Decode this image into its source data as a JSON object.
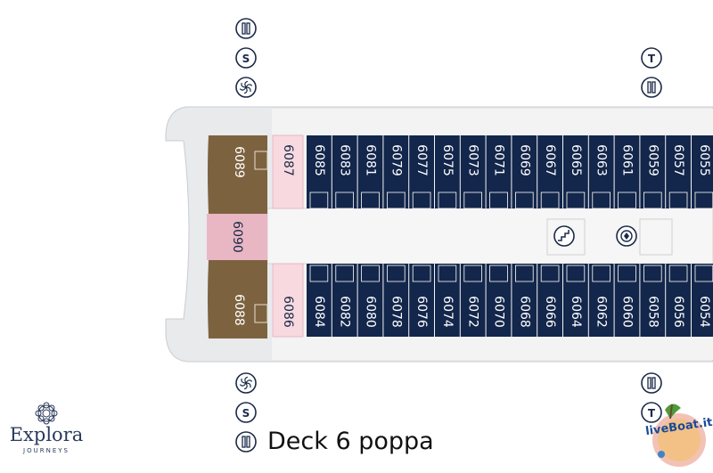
{
  "deck_title": "Deck 6 poppa",
  "brand": {
    "name": "Explora",
    "subtitle": "JOURNEYS"
  },
  "watermark": {
    "text": "liveBoat.it"
  },
  "colors": {
    "cabin": "#13264b",
    "accessible": "#f7d9df",
    "suite_center": "#e9b6c4",
    "premium": "#7d6240",
    "hull": "#e8eaec",
    "corridor": "#f1f1f1",
    "icon": "#1b2a48"
  },
  "cabins": {
    "top_row": [
      "6085",
      "6083",
      "6081",
      "6079",
      "6077",
      "6075",
      "6073",
      "6071",
      "6069",
      "6067",
      "6065",
      "6063",
      "6061",
      "6059",
      "6057",
      "6055"
    ],
    "bottom_row": [
      "6084",
      "6082",
      "6080",
      "6078",
      "6076",
      "6074",
      "6072",
      "6070",
      "6068",
      "6066",
      "6064",
      "6062",
      "6060",
      "6058",
      "6056",
      "6054"
    ],
    "accessible_top": "6087",
    "accessible_bottom": "6086",
    "aft_suites": [
      "6089",
      "6090",
      "6088"
    ]
  },
  "icons": {
    "top_left_column": [
      "elevator-icon",
      "stairs-s-icon",
      "spa-icon"
    ],
    "top_right_column": [
      "toilet-t-icon",
      "elevator-icon"
    ],
    "bottom_left_column": [
      "spa-icon",
      "stairs-s-icon",
      "elevator-icon"
    ],
    "bottom_right_column": [
      "elevator-icon",
      "toilet-t-icon"
    ],
    "letters": {
      "stairs": "S",
      "toilet": "T"
    }
  },
  "corridor_icons": [
    "staircase-icon",
    "elevator-icon"
  ]
}
